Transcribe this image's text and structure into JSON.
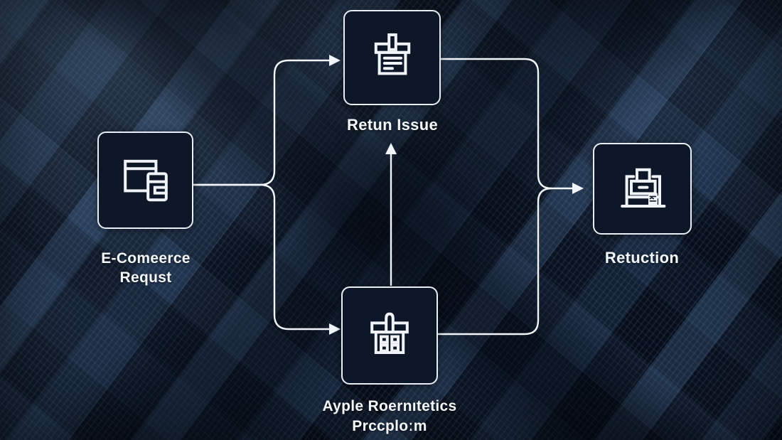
{
  "colors": {
    "background": "#0a1424",
    "node_fill": "#0d1727",
    "node_border": "#e9eef4",
    "connector": "#f2f6fa",
    "text": "#f5f8fa"
  },
  "diagram": {
    "nodes": [
      {
        "id": "ecommerce-requst",
        "icon": "browser-devices-icon",
        "lines": [
          "E-Comeerce",
          "Requst"
        ]
      },
      {
        "id": "retun-issue",
        "icon": "return-box-icon",
        "lines": [
          "Retun Issue"
        ]
      },
      {
        "id": "ayple-platform",
        "icon": "gift-box-icon",
        "lines": [
          "Ayple Roernıtetics",
          "Prccploːm"
        ]
      },
      {
        "id": "retuction",
        "icon": "printer-icon",
        "lines": [
          "Retuction"
        ]
      }
    ],
    "edges": [
      {
        "from": "ecommerce-requst",
        "to": "retun-issue"
      },
      {
        "from": "ecommerce-requst",
        "to": "ayple-platform"
      },
      {
        "from": "ayple-platform",
        "to": "retun-issue"
      },
      {
        "from": "retun-issue",
        "to": "retuction"
      },
      {
        "from": "ayple-platform",
        "to": "retuction"
      }
    ]
  }
}
